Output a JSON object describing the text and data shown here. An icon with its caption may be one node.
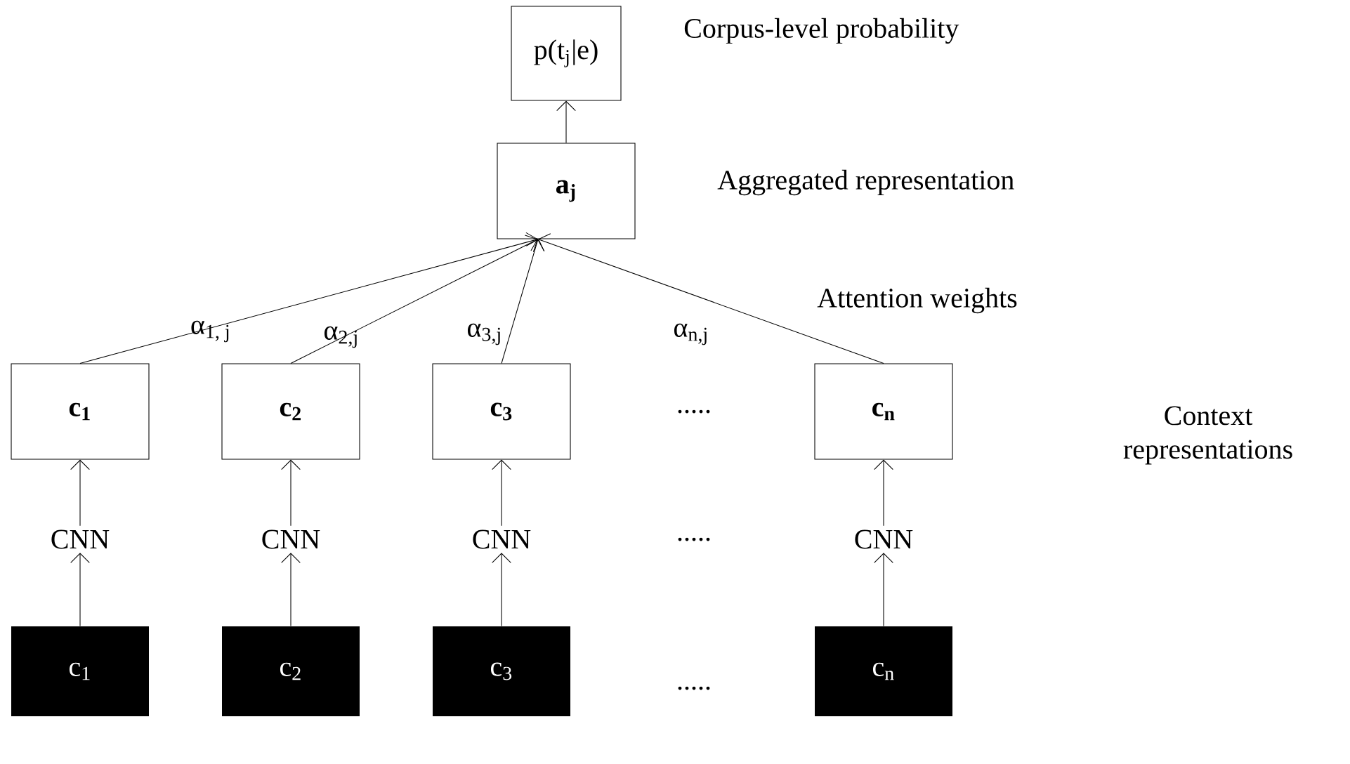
{
  "diagram": {
    "nodes": [
      {
        "text": [
          "p(t$_{j}$|e)"
        ]
      },
      {
        "text": [
          "a$_{j}$"
        ]
      },
      {
        "text": [
          "c$_{1}$"
        ]
      },
      {
        "text": [
          "c$_{2}$"
        ]
      },
      {
        "text": [
          "c$_{3}$"
        ]
      },
      {
        "text": [
          "c$_{n}$"
        ]
      },
      {
        "text": [
          "CNN"
        ]
      },
      {
        "text": [
          "CNN"
        ]
      },
      {
        "text": [
          "CNN"
        ]
      },
      {
        "text": [
          "CNN"
        ]
      },
      {
        "text": [
          "c$_{1}$"
        ]
      },
      {
        "text": [
          "c$_{2}$"
        ]
      },
      {
        "text": [
          "c$_{3}$"
        ]
      },
      {
        "text": [
          "c$_{n}$"
        ]
      }
    ],
    "edges": [
      {
        "from": 1,
        "to": 0,
        "arrow": "to"
      },
      {
        "from": 2,
        "to": 1,
        "arrow": "to",
        "label": "α$_{1, j}$"
      },
      {
        "from": 3,
        "to": 1,
        "arrow": "to",
        "label": "α$_{2,j}$"
      },
      {
        "from": 4,
        "to": 1,
        "arrow": "to",
        "label": "α$_{3,j}$"
      },
      {
        "from": 5,
        "to": 1,
        "arrow": "to",
        "label": "α$_{n,j}$"
      },
      {
        "from": 6,
        "to": 2,
        "arrow": "to"
      },
      {
        "from": 7,
        "to": 3,
        "arrow": "to"
      },
      {
        "from": 8,
        "to": 4,
        "arrow": "to"
      },
      {
        "from": 9,
        "to": 5,
        "arrow": "to"
      },
      {
        "from": 10,
        "to": 6,
        "arrow": "to"
      },
      {
        "from": 11,
        "to": 7,
        "arrow": "to"
      },
      {
        "from": 12,
        "to": 8,
        "arrow": "to"
      },
      {
        "from": 13,
        "to": 9,
        "arrow": "to"
      }
    ],
    "labels": [
      "Corpus-level probability",
      "Aggregated representation",
      "Attention weights",
      ".....",
      "Context representations",
      ".....",
      "....."
    ]
  }
}
